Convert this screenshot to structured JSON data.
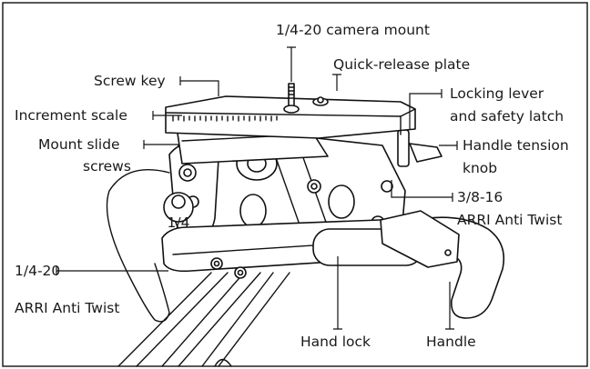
{
  "labels": {
    "camera_mount": "1/4-20 camera mount",
    "quick_release": "Quick-release plate",
    "screw_key": "Screw key",
    "locking_lever_1": "Locking lever",
    "locking_lever_2": "and safety latch",
    "increment_scale": "Increment scale",
    "mount_slide_1": "Mount slide",
    "mount_slide_2": "screws",
    "handle_tension_1": "Handle tension",
    "handle_tension_2": "knob",
    "anti_twist_38_1": "3/8-16",
    "anti_twist_38_2": "ARRI Anti Twist",
    "anti_twist_14_1": "1/4-20",
    "anti_twist_14_2": "ARRI Anti Twist",
    "hand_lock": "Hand lock",
    "handle": "Handle",
    "knob_marking": "1/4"
  }
}
